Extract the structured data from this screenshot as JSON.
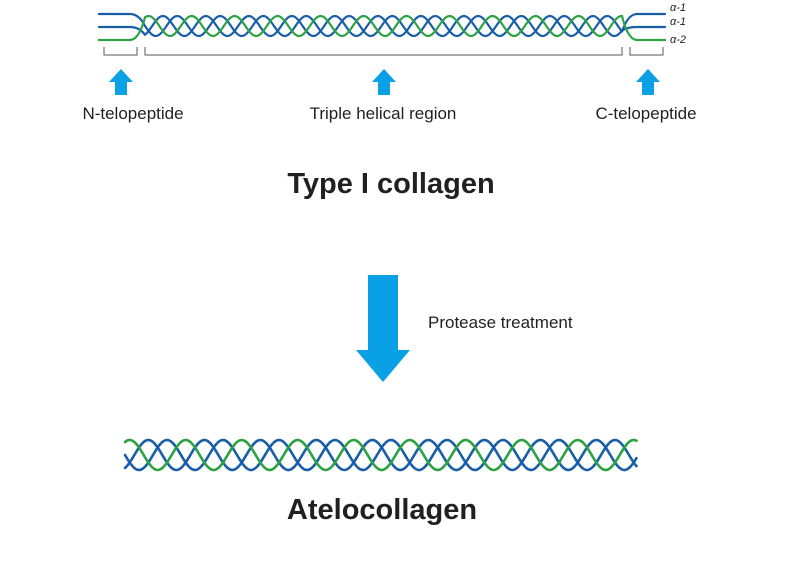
{
  "colors": {
    "alpha1": "#1a5ea8",
    "alpha2": "#2ca343",
    "arrow": "#0aa0e6",
    "text": "#231f20",
    "bracket": "#555555"
  },
  "chain_labels": [
    "α-1",
    "α-1",
    "α-2"
  ],
  "regions": {
    "n_telopeptide": "N-telopeptide",
    "triple_helical": "Triple helical region",
    "c_telopeptide": "C-telopeptide"
  },
  "type1_title": "Type I collagen",
  "process_label": "Protease treatment",
  "atelo_title": "Atelocollagen",
  "icons": {
    "region_pointer": "up-arrow-icon",
    "process_arrow": "down-arrow-icon"
  }
}
